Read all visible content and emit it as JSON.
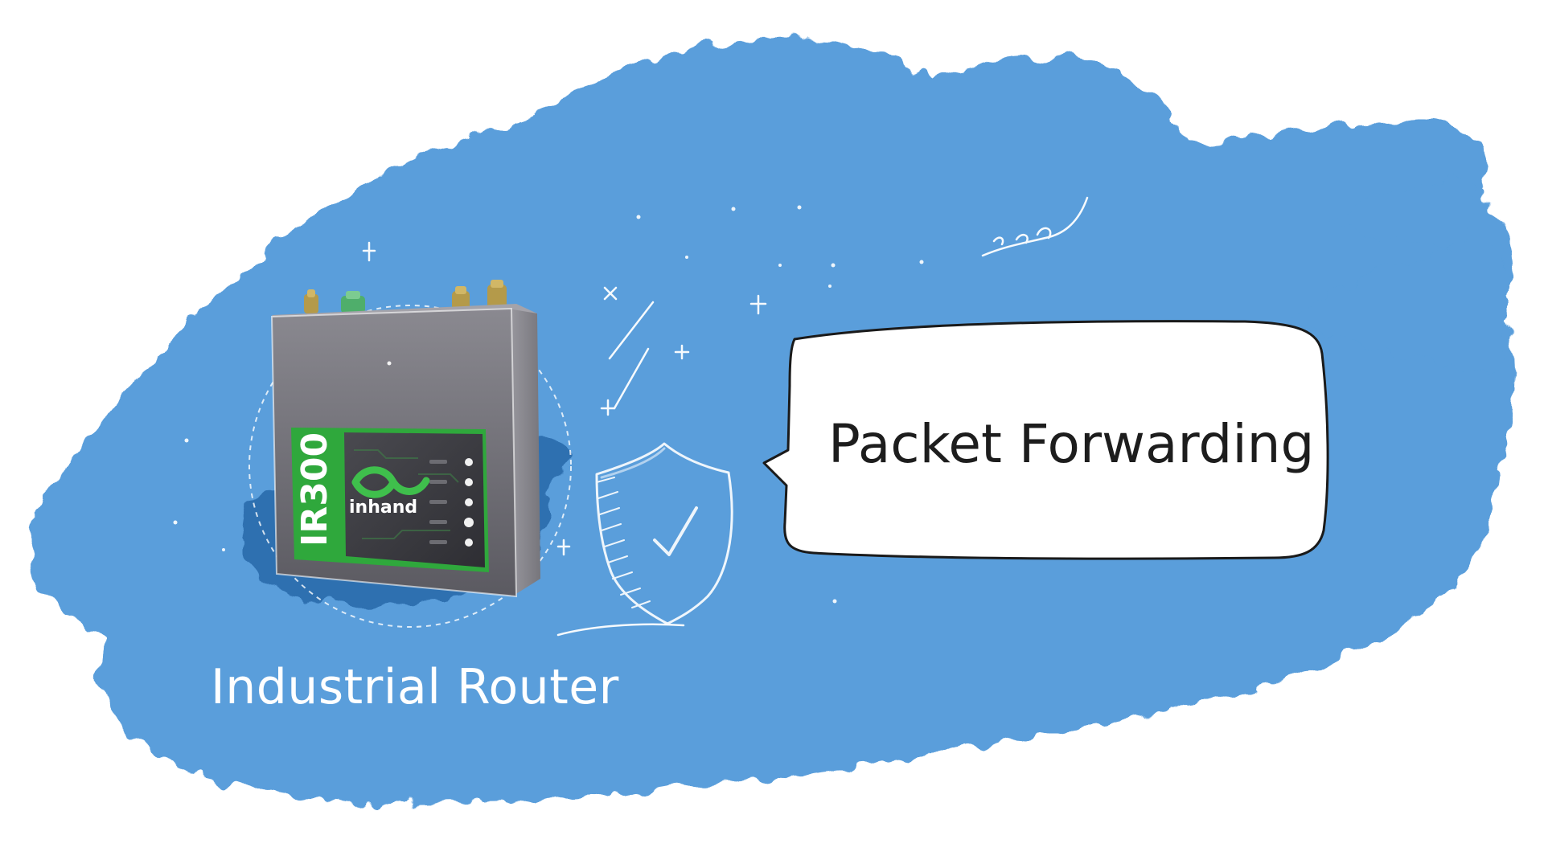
{
  "illustration": {
    "router": {
      "model_label": "IR300",
      "brand_label": "inhand"
    },
    "speech_bubble": {
      "text": "Packet Forwarding"
    },
    "caption": "Industrial Router"
  },
  "colors": {
    "background": "#ffffff",
    "brush_blue": "#5a9edb",
    "shadow_blue": "#2f6fb0",
    "device_body": "#6e6d74",
    "panel_green": "#2fa83c",
    "bubble_fill": "#ffffff",
    "sketch_white": "#ffffff"
  },
  "icons": {
    "shield": "shield-check-icon",
    "sparkles": "sparkle-icon"
  }
}
